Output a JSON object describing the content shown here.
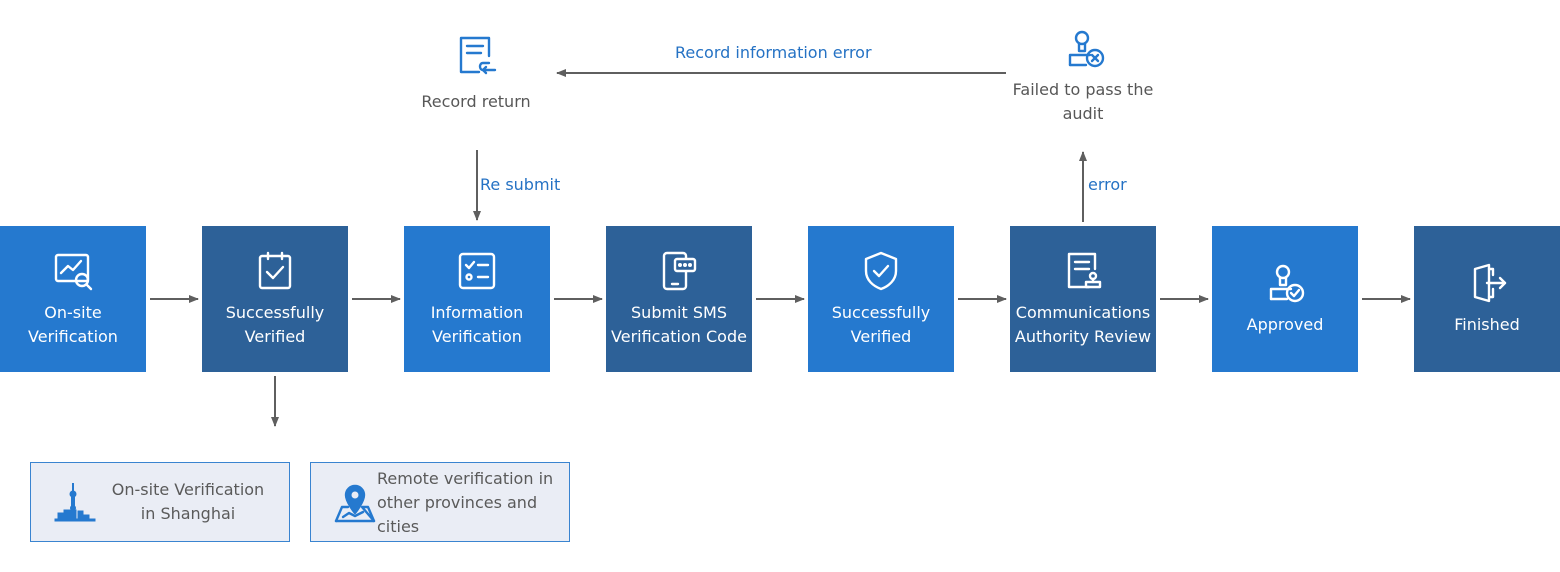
{
  "colors": {
    "light_step": "#2579cf",
    "dark_step": "#2d6198",
    "link_text": "#2572c4",
    "arrow": "#5f5f5f",
    "note_bg": "#eaedf5"
  },
  "steps": [
    {
      "label": "On-site Verification",
      "icon": "monitor-analytics-icon"
    },
    {
      "label": "Successfully Verified",
      "icon": "clipboard-check-icon"
    },
    {
      "label": "Information Verification",
      "icon": "checklist-icon"
    },
    {
      "label": "Submit SMS Verification Code",
      "icon": "phone-message-icon"
    },
    {
      "label": "Successfully Verified",
      "icon": "shield-check-icon"
    },
    {
      "label": "Communications Authority Review",
      "icon": "document-stamp-icon"
    },
    {
      "label": "Approved",
      "icon": "stamp-check-icon"
    },
    {
      "label": "Finished",
      "icon": "exit-door-icon"
    }
  ],
  "record_return": {
    "label": "Record return",
    "icon": "document-return-icon"
  },
  "failed_audit": {
    "label": "Failed to pass the audit",
    "icon": "stamp-x-icon"
  },
  "edges": {
    "record_error": "Record information error",
    "resubmit": "Re submit",
    "error": "error"
  },
  "notes": [
    {
      "label": "On-site Verification in Shanghai",
      "icon": "city-skyline-icon"
    },
    {
      "label": "Remote verification in other provinces and cities",
      "icon": "map-pin-icon"
    }
  ]
}
